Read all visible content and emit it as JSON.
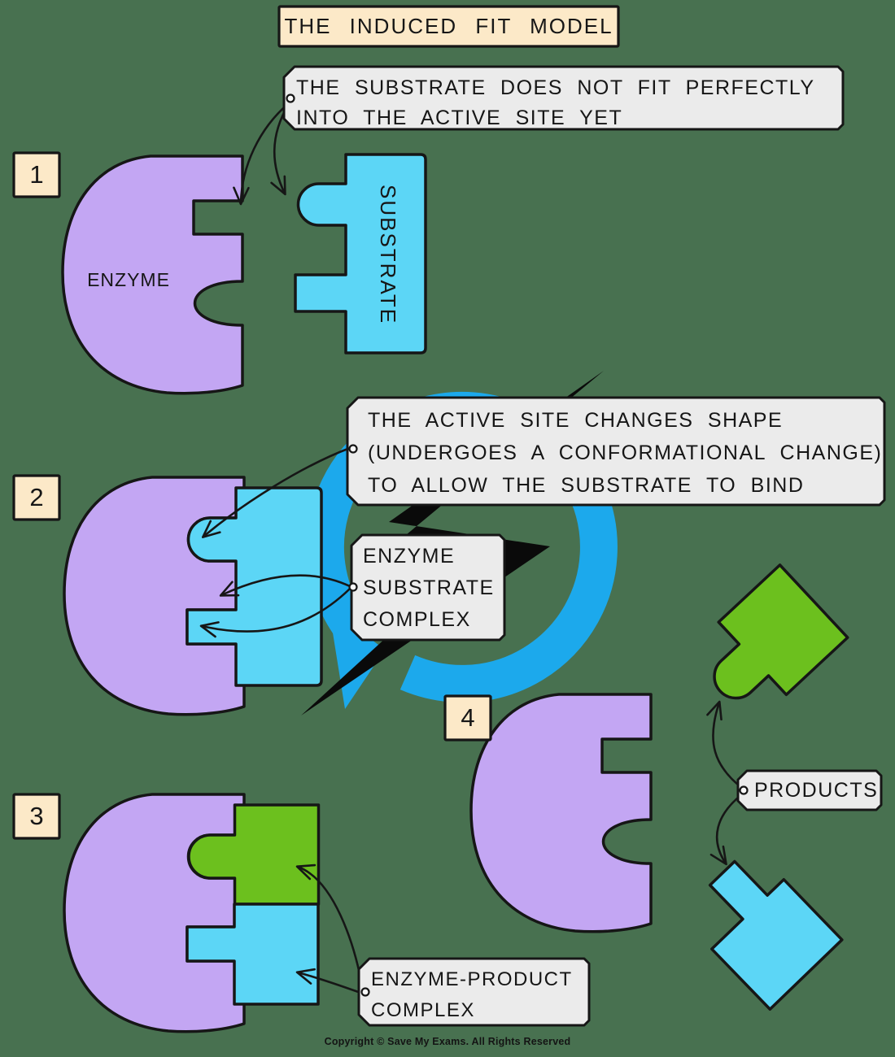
{
  "title": "THE INDUCED FIT MODEL",
  "badges": [
    "1",
    "2",
    "3",
    "4"
  ],
  "shapes": {
    "enzyme_label": "ENZYME",
    "substrate_label": "SUBSTRATE"
  },
  "annotations": {
    "substrate_fit": {
      "lines": [
        "THE SUBSTRATE DOES NOT FIT PERFECTLY",
        "INTO THE ACTIVE SITE YET"
      ]
    },
    "active_site_change": {
      "lines": [
        "THE ACTIVE SITE CHANGES SHAPE",
        "(UNDERGOES A CONFORMATIONAL CHANGE)",
        "TO ALLOW THE SUBSTRATE TO BIND"
      ]
    },
    "es_complex": {
      "lines": [
        "ENZYME",
        "SUBSTRATE",
        "COMPLEX"
      ]
    },
    "products": {
      "lines": [
        "PRODUCTS"
      ]
    },
    "ep_complex": {
      "lines": [
        "ENZYME-PRODUCT",
        "COMPLEX"
      ]
    }
  },
  "footer": {
    "copyright": "Copyright © Save My Exams. All Rights Reserved"
  },
  "colors": {
    "background": "#487150",
    "enzyme_purple": "#c3a6f3",
    "substrate_cyan": "#5cd6f6",
    "product_green": "#6cc01e",
    "reaction_blue": "#1ca9ec",
    "label_cream": "#fce9c8",
    "label_gray": "#ebebeb",
    "outline_black": "#161616"
  }
}
